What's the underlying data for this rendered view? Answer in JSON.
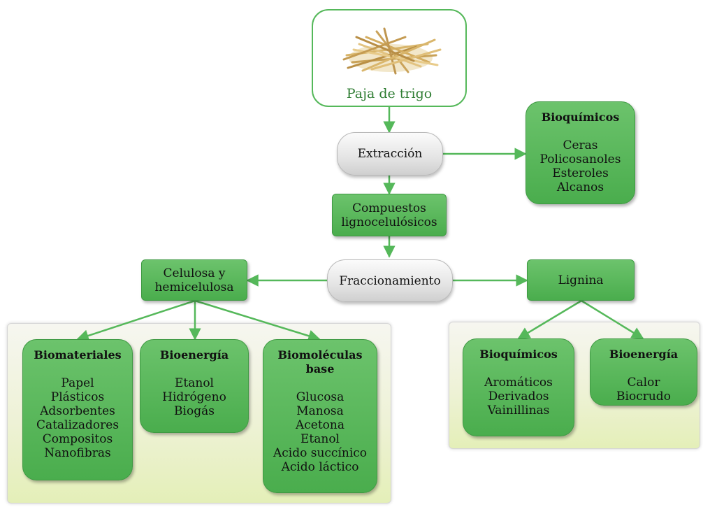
{
  "colors": {
    "green_box": "#55b35a",
    "connector": "#55b85a",
    "panel_bottom": "#e4efb8",
    "pill": "#e4e4e4"
  },
  "source": {
    "label": "Paja de trigo",
    "icon": "straw-image"
  },
  "extraction": {
    "label": "Extracción"
  },
  "bioquimicos_top": {
    "title": "Bioquímicos",
    "items": [
      "Ceras",
      "Policosanoles",
      "Esteroles",
      "Alcanos"
    ]
  },
  "compuestos": {
    "line1": "Compuestos",
    "line2": "lignocelulósicos"
  },
  "fraccionamiento": {
    "label": "Fraccionamiento"
  },
  "celulosa": {
    "line1": "Celulosa y",
    "line2": "hemicelulosa"
  },
  "lignina": {
    "label": "Lignina"
  },
  "biomateriales": {
    "title": "Biomateriales",
    "items": [
      "Papel",
      "Plásticos",
      "Adsorbentes",
      "Catalizadores",
      "Compositos",
      "Nanofibras"
    ]
  },
  "bioenergia_left": {
    "title": "Bioenergía",
    "items": [
      "Etanol",
      "Hidrógeno",
      "Biogás"
    ]
  },
  "biomoleculas": {
    "title_line1": "Biomoléculas",
    "title_line2": "base",
    "items": [
      "Glucosa",
      "Manosa",
      "Acetona",
      "Etanol",
      "Acido succínico",
      "Acido láctico"
    ]
  },
  "bioquimicos_right": {
    "title": "Bioquímicos",
    "items": [
      "Aromáticos",
      "Derivados",
      "Vainillinas"
    ]
  },
  "bioenergia_right": {
    "title": "Bioenergía",
    "items": [
      "Calor",
      "Biocrudo"
    ]
  }
}
